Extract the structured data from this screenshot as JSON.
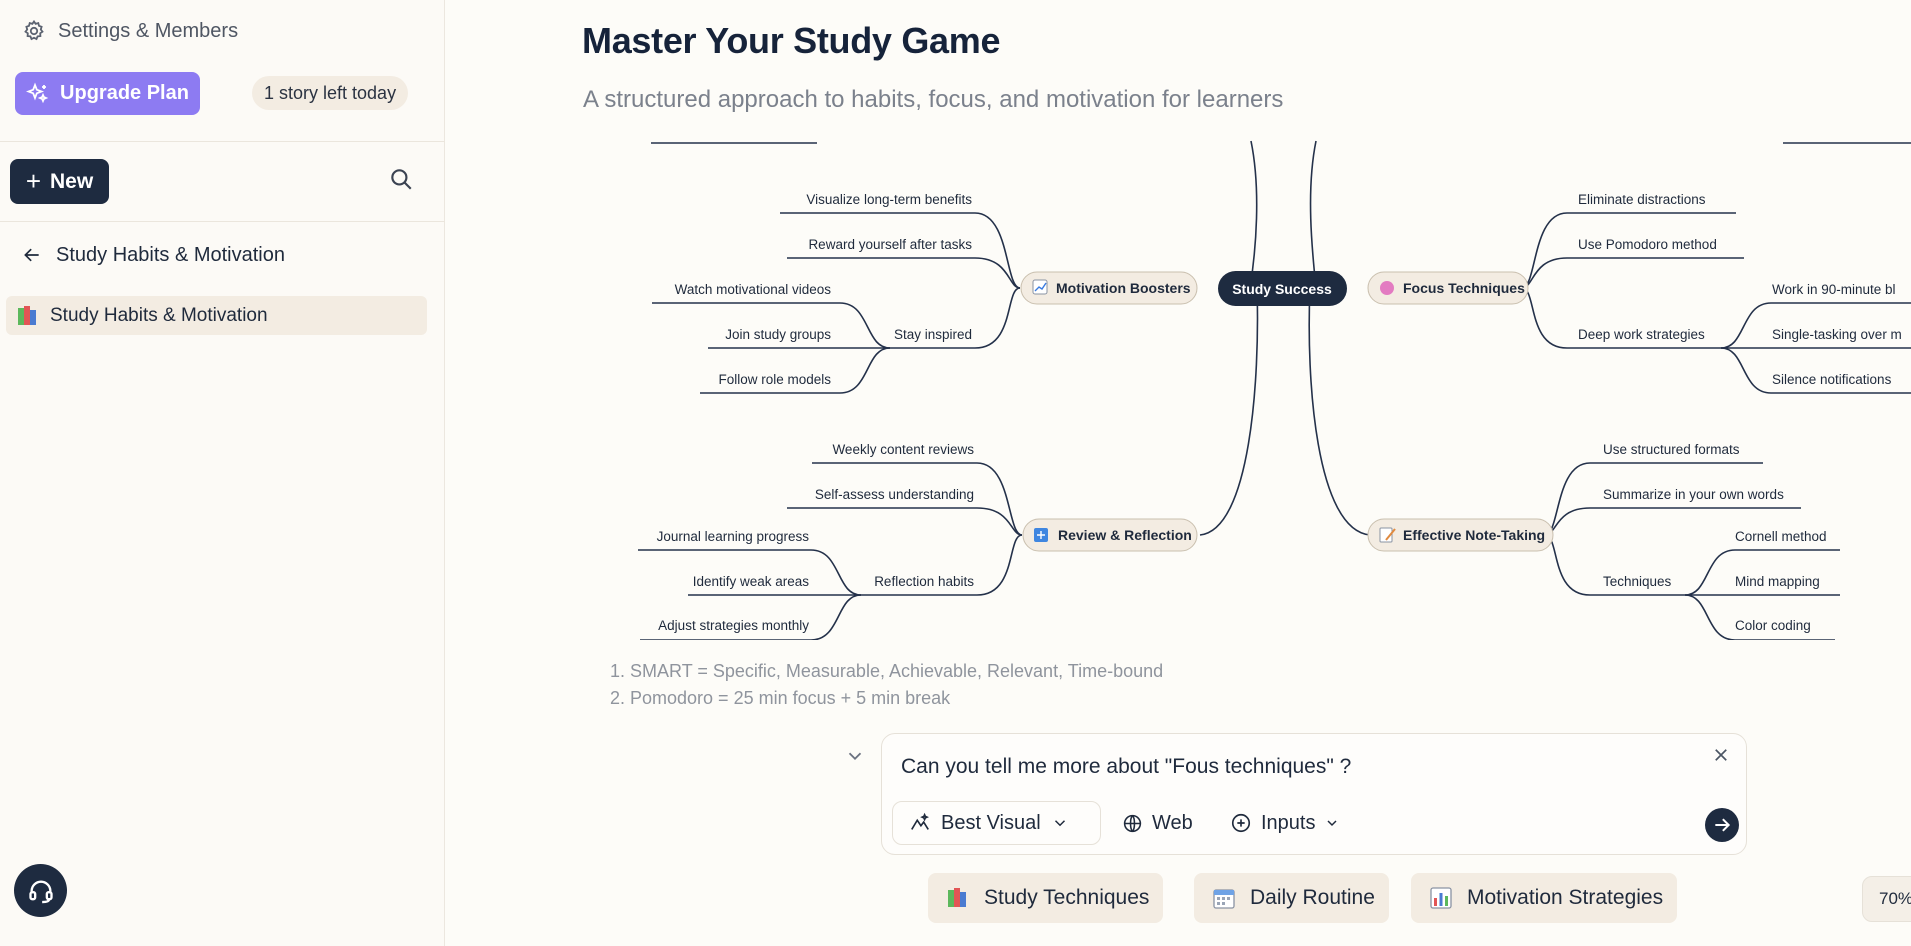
{
  "sidebar": {
    "settings_label": "Settings & Members",
    "upgrade_label": "Upgrade Plan",
    "story_badge": "1 story left today",
    "new_label": "New",
    "back_label": "Study Habits & Motivation",
    "items": [
      {
        "label": "Study Habits & Motivation",
        "icon": "books-icon",
        "selected": true
      }
    ]
  },
  "main": {
    "title": "Master Your Study Game",
    "subtitle": "A structured approach to habits, focus, and motivation for learners",
    "footnotes": [
      "1. SMART = Specific, Measurable, Achievable, Relevant, Time-bound",
      "2. Pomodoro = 25 min focus + 5 min break"
    ]
  },
  "mindmap": {
    "center": "Study Success",
    "branches": {
      "motivation": "Motivation Boosters",
      "focus": "Focus Techniques",
      "review": "Review & Reflection",
      "notes": "Effective Note-Taking"
    },
    "leaves": {
      "visualize": "Visualize long-term benefits",
      "reward": "Reward yourself after tasks",
      "stay_inspired": "Stay inspired",
      "watch_videos": "Watch motivational videos",
      "join_groups": "Join study groups",
      "role_models": "Follow role models",
      "eliminate": "Eliminate distractions",
      "pomodoro": "Use Pomodoro method",
      "deep_work": "Deep work strategies",
      "ninety_min": "Work in 90-minute bl",
      "single_task": "Single-tasking over m",
      "silence": "Silence notifications",
      "weekly_reviews": "Weekly content reviews",
      "self_assess": "Self-assess understanding",
      "reflection_habits": "Reflection habits",
      "journal": "Journal learning progress",
      "weak_areas": "Identify weak areas",
      "adjust": "Adjust strategies monthly",
      "structured": "Use structured formats",
      "summarize": "Summarize in your own words",
      "techniques": "Techniques",
      "cornell": "Cornell method",
      "mind_mapping": "Mind mapping",
      "color_coding": "Color coding"
    }
  },
  "chat": {
    "message": "Can you tell me more about \"Fous techniques\" ?",
    "mode_label": "Best Visual",
    "web_label": "Web",
    "inputs_label": "Inputs"
  },
  "suggestions": [
    {
      "label": "Study Techniques",
      "icon": "books-icon"
    },
    {
      "label": "Daily Routine",
      "icon": "calendar-icon"
    },
    {
      "label": "Motivation Strategies",
      "icon": "bar-chart-icon"
    }
  ],
  "zoom_label": "70%",
  "colors": {
    "accent": "#8d7bf2",
    "dark": "#1e2b40",
    "chip_bg": "#f3ece2",
    "background": "#fdfcf8"
  }
}
